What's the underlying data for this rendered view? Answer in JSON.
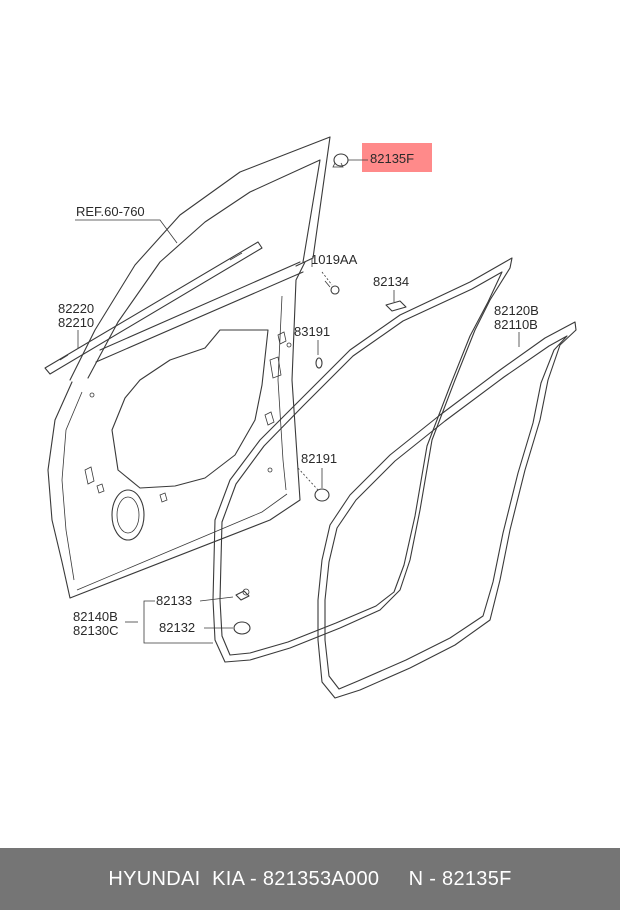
{
  "labels": {
    "p82135F": "82135F",
    "ref": "REF.60-760",
    "p1019AA": "1019AA",
    "p82134": "82134",
    "p82220": "82220",
    "p82210": "82210",
    "p83191": "83191",
    "p82120B": "82120B",
    "p82110B": "82110B",
    "p82191": "82191",
    "p82133": "82133",
    "p82140B": "82140B",
    "p82130C": "82130C",
    "p82132": "82132"
  },
  "highlight_color": "#ff8a8a",
  "footer": {
    "brand": "HYUNDAI  KIA - 821353A000",
    "number": "N - 82135F",
    "background": "#757575"
  }
}
